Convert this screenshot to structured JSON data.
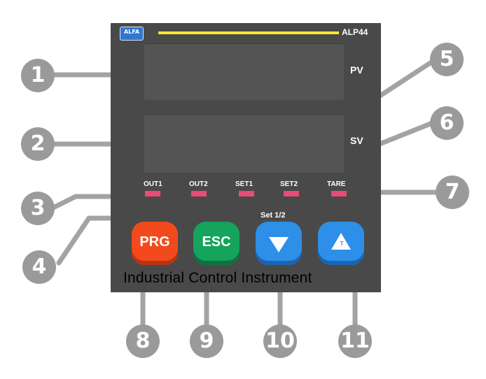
{
  "device": {
    "brand": "ALFA",
    "model": "ALP44",
    "pv_label": "PV",
    "sv_label": "SV"
  },
  "indicators": {
    "out1": "OUT1",
    "out2": "OUT2",
    "set1": "SET1",
    "set2": "SET2",
    "tare": "TARE",
    "set12": "Set 1/2"
  },
  "buttons": {
    "prg": "PRG",
    "esc": "ESC",
    "down_icon": "down-arrow",
    "up_icon": "up-arrow",
    "tare_mark": "T"
  },
  "caption": "Industrial Control Instrument",
  "callouts": [
    "1",
    "2",
    "3",
    "4",
    "5",
    "6",
    "7",
    "8",
    "9",
    "10",
    "11"
  ],
  "colors": {
    "panel": "#494949",
    "display": "#545454",
    "led": "#e94b76",
    "prg": "#f24a1c",
    "esc": "#16a35b",
    "arrow_buttons": "#2d8fe8",
    "callout": "#9a9a9a",
    "yellow_bar": "#f5e636"
  }
}
